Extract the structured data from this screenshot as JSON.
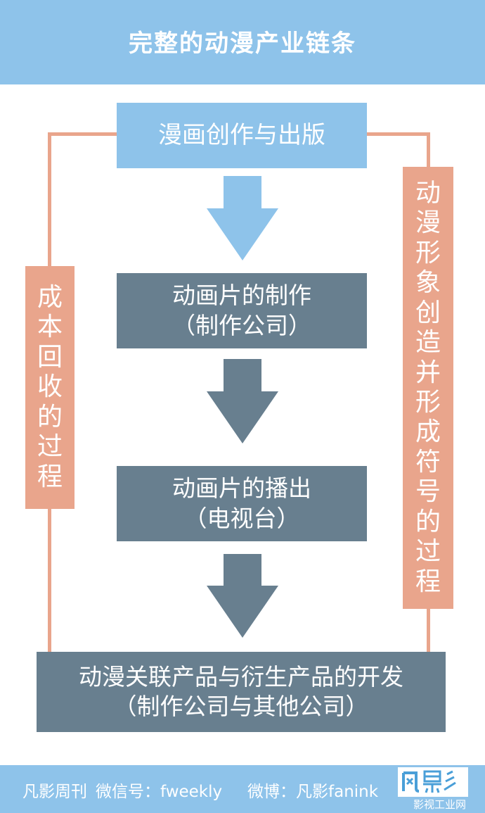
{
  "header": {
    "title": "完整的动漫产业链条"
  },
  "steps": [
    {
      "lines": [
        "漫画创作与出版"
      ]
    },
    {
      "lines": [
        "动画片的制作",
        "（制作公司）"
      ]
    },
    {
      "lines": [
        "动画片的播出",
        "（电视台）"
      ]
    },
    {
      "lines": [
        "动漫关联产品与衍生产品的开发",
        "（制作公司与其他公司）"
      ]
    }
  ],
  "left_label": {
    "chars": [
      "成",
      "本",
      "回",
      "收",
      "的",
      "过",
      "程"
    ]
  },
  "right_label": {
    "chars": [
      "动",
      "漫",
      "形",
      "象",
      "创",
      "造",
      "并",
      "形",
      "成",
      "符",
      "号",
      "的",
      "过",
      "程"
    ]
  },
  "footer": {
    "publication": "凡影周刊",
    "wechat": "微信号：fweekly",
    "weibo": "微博：凡影fanink",
    "logo_text": "凡影",
    "watermark": "影视工业网"
  },
  "colors": {
    "header": "#8ec3ea",
    "step_light": "#8ec3ea",
    "step_dark": "#687f8f",
    "side": "#e9a58c"
  }
}
